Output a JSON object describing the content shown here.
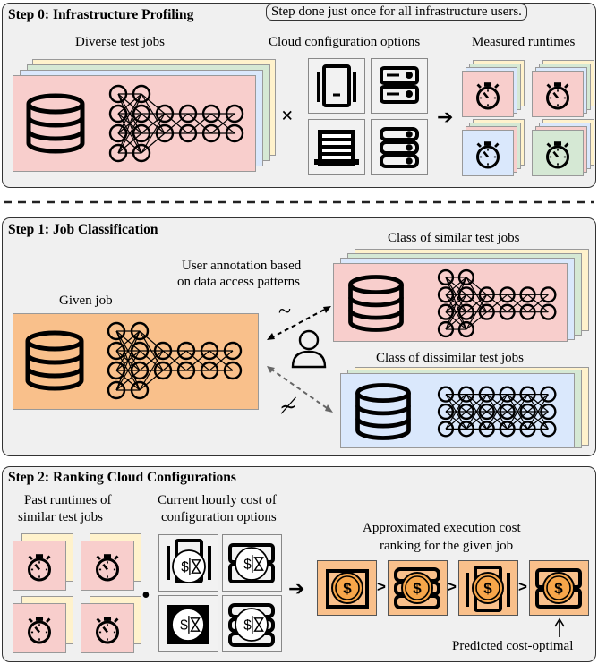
{
  "colors": {
    "job_red": "#f8cecc",
    "job_green": "#d5e8d4",
    "job_blue": "#dae8fc",
    "job_yellow": "#fff2cc",
    "job_orange": "#f9c08b",
    "section_bg": "#f0f0f0",
    "cost_orange": "#f7a64a"
  },
  "step0": {
    "title": "Step 0: Infrastructure Profiling",
    "note": "Step done just once for all infrastructure users.",
    "jobs_label": "Diverse test jobs",
    "configs_label": "Cloud configuration options",
    "runtimes_label": "Measured runtimes",
    "times_symbol": "×",
    "icons": [
      "database-icon",
      "neural-network-icon",
      "server-tower-icon",
      "server-rack-icon",
      "server-blade-icon",
      "server-storage-icon",
      "stopwatch-icon"
    ]
  },
  "step1": {
    "title": "Step 1: Job Classification",
    "given_label": "Given job",
    "annotation_line1": "User annotation based",
    "annotation_line2": "on data access patterns",
    "similar_label": "Class of similar test jobs",
    "dissimilar_label": "Class of dissimilar test jobs",
    "similar_symbol": "~",
    "dissimilar_symbol": "≁",
    "icons": [
      "database-icon",
      "neural-network-icon",
      "user-icon"
    ]
  },
  "step2": {
    "title": "Step 2: Ranking Cloud Configurations",
    "past_line1": "Past runtimes of",
    "past_line2": "similar test jobs",
    "cost_line1": "Current hourly cost of",
    "cost_line2": "configuration options",
    "ranking_line1": "Approximated execution cost",
    "ranking_line2": "ranking for the given job",
    "dot_symbol": "•",
    "gt_symbol": ">",
    "predicted_label": "Predicted cost-optimal",
    "icons": [
      "stopwatch-icon",
      "dollar-coin-icon",
      "dollar-hourglass-icon"
    ]
  }
}
